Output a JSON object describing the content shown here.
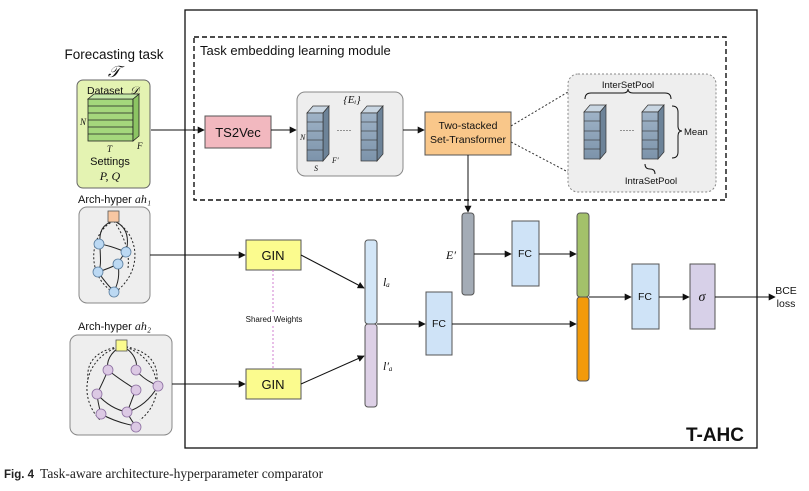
{
  "labels": {
    "forecasting_task": "Forecasting task",
    "task_symbol": "𝒯",
    "dataset": "Dataset",
    "dataset_symbol": "𝒟",
    "dim_n": "N",
    "dim_t": "T",
    "dim_f": "F",
    "settings": "Settings",
    "settings_symbols": "P, Q",
    "module_title": "Task embedding learning module",
    "ts2vec": "TS2Vec",
    "ei": "{Eᵢ}",
    "ei_n": "N",
    "ei_s": "S",
    "ei_f": "F′",
    "ellipsis": "·····",
    "set_transformer_line1": "Two-stacked",
    "set_transformer_line2": "Set-Transformer",
    "interset": "InterSetPool",
    "intraset": "IntraSetPool",
    "mean": "Mean",
    "arch1_prefix": "Arch-hyper ",
    "arch1_symbol": "ah₁",
    "arch2_prefix": "Arch-hyper ",
    "arch2_symbol": "ah₂",
    "gin": "GIN",
    "shared_weights": "Shared Weights",
    "la": "lₐ",
    "la_prime": "l′ₐ",
    "e_prime": "E′",
    "fc": "FC",
    "sigma": "σ",
    "bce_line1": "BCE",
    "bce_line2": "loss",
    "tahc": "T-AHC"
  },
  "caption": {
    "fig": "Fig. 4",
    "text": "Task-aware architecture-hyperparameter comparator"
  },
  "colors": {
    "ts2vec": "#f2b8bf",
    "set_transformer": "#f9c78a",
    "gin": "#fbfb8e",
    "la_bar": "#d3e6f7",
    "la_prime_bar": "#ddd0e6",
    "e_prime_bar": "#a4acb6",
    "fc": "#cfe3f7",
    "green_bar": "#a3c16a",
    "orange_bar": "#f29a0a",
    "sigma": "#d7d0e8",
    "dataset_bg": "#e4f3b2",
    "node_blue": "#bcd9f3",
    "node_purple": "#dcc9e4"
  }
}
